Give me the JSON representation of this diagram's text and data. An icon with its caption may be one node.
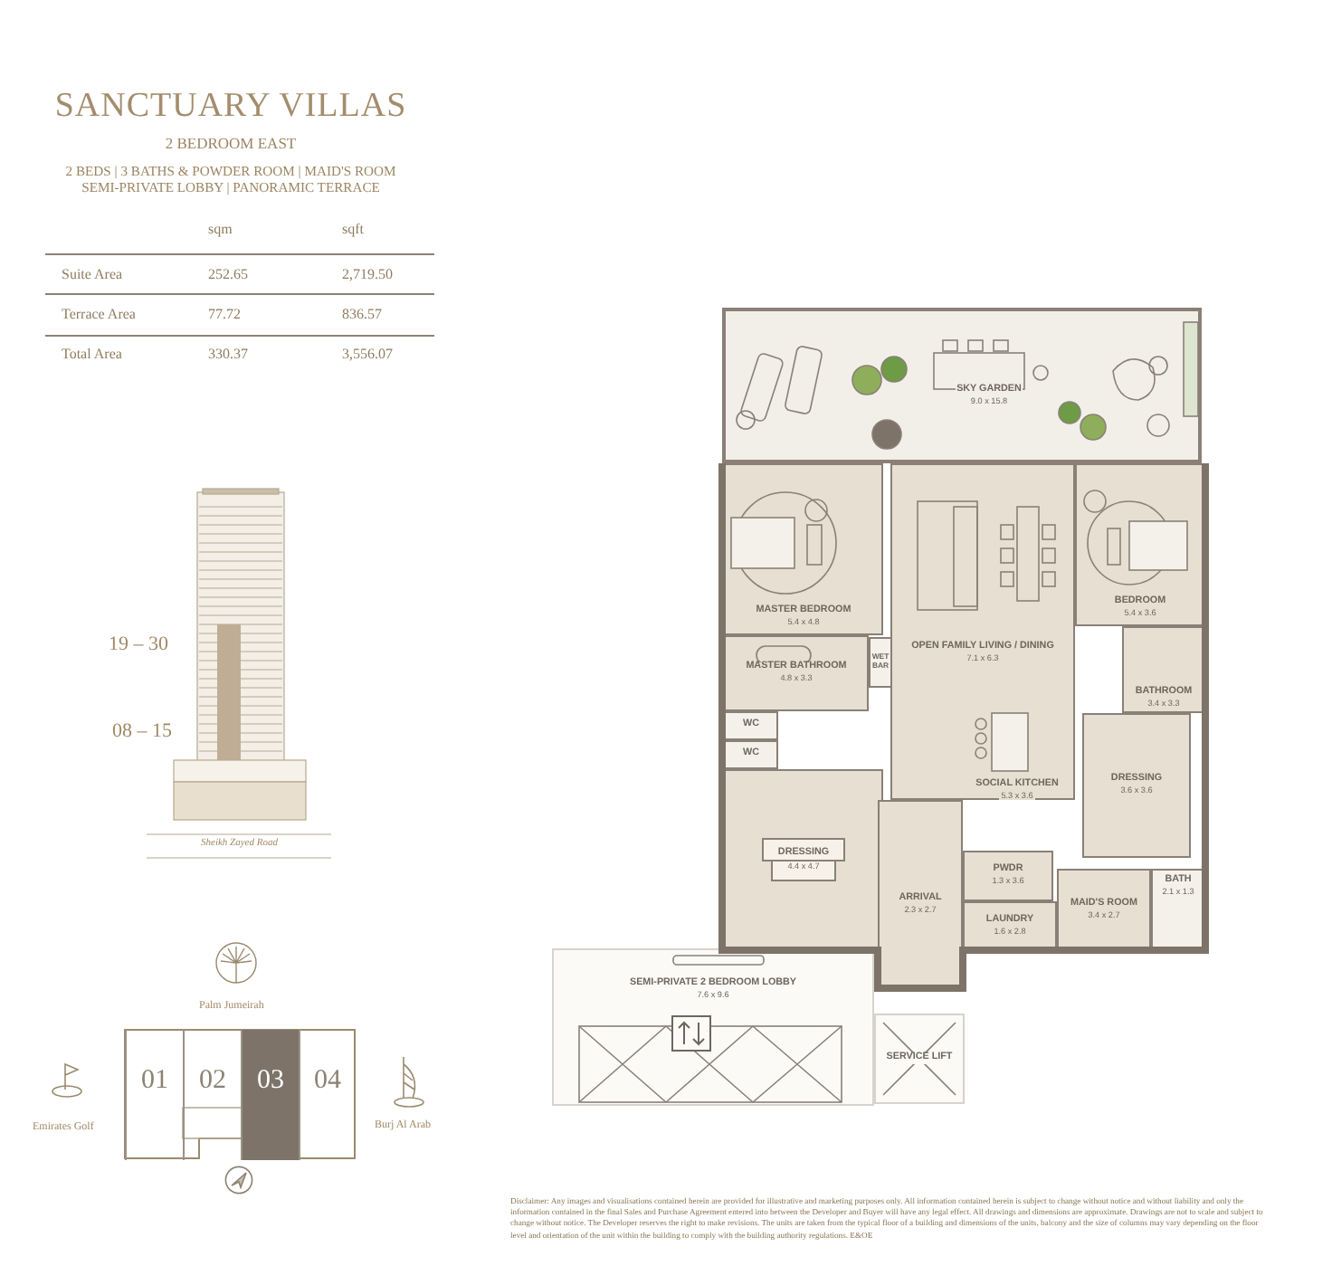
{
  "diagram": {
    "title": "SANCTUARY VILLAS",
    "nodes": [
      {
        "text": [
          "SKY GARDEN",
          "9.0 x 15.8"
        ]
      },
      {
        "text": [
          "MASTER BEDROOM",
          "5.4 x 4.8"
        ]
      },
      {
        "text": [
          "WET BAR"
        ]
      },
      {
        "text": [
          "OPEN FAMILY LIVING / DINING",
          "7.1 x 6.3"
        ]
      },
      {
        "text": [
          "BEDROOM",
          "5.4 x 3.6"
        ]
      },
      {
        "text": [
          "MASTER BATHROOM",
          "4.8 x 3.3"
        ]
      },
      {
        "text": [
          "WC"
        ]
      },
      {
        "text": [
          "WC"
        ]
      },
      {
        "text": [
          "BATHROOM",
          "3.4 x 3.3"
        ]
      },
      {
        "text": [
          "SOCIAL KITCHEN",
          "5.3 x 3.6"
        ],
        "in": 3
      },
      {
        "text": [
          "DRESSING",
          "3.6 x 3.6"
        ]
      },
      {
        "text": [
          "DRESSING",
          "4.4 x 4.7"
        ]
      },
      {
        "text": [
          "PWDR",
          "1.3 x 3.6"
        ]
      },
      {
        "text": [
          "BATH",
          "2.1 x 1.3"
        ]
      },
      {
        "text": [
          "MAID'S ROOM",
          "3.4 x 2.7"
        ]
      },
      {
        "text": [
          "LAUNDRY",
          "1.6 x 2.8"
        ]
      },
      {
        "text": [
          "ARRIVAL",
          "2.3 x 2.7"
        ]
      },
      {
        "text": [
          "SEMI-PRIVATE 2 BEDROOM LOBBY",
          "7.6 x 9.6"
        ]
      },
      {
        "text": [
          "SERVICE LIFT"
        ]
      },
      {
        "text": [
          "01"
        ]
      },
      {
        "text": [
          "02"
        ]
      },
      {
        "text": [
          "03"
        ]
      },
      {
        "text": [
          "04"
        ]
      }
    ],
    "labels": [
      "2 BEDROOM EAST",
      "2 BEDS | 3 BATHS & POWDER ROOM | MAID'S ROOM SEMI-PRIVATE LOBBY | PANORAMIC TERRACE",
      "sqm",
      "sqft",
      "Suite Area",
      "252.65",
      "2,719.50",
      "Terrace Area",
      "77.72",
      "836.57",
      "Total Area",
      "330.37",
      "3,556.07",
      "19 – 30",
      "08 – 15",
      "Sheikh Zayed Road",
      "Palm Jumeirah",
      "Emirates Golf",
      "Burj Al Arab",
      "Disclaimer: Any images and visualisations contained herein are provided for illustrative and marketing purposes only. All information contained herein is subject to change without notice and without liability and only the information contained in the final Sales and Purchase Agreement entered into between the Developer and Buyer will have any legal effect. All drawings and dimensions are approximate. Drawings are not to scale and subject to change without notice. The Developer reserves the right to make revisions. The units are taken from the typical floor of a building and dimensions of the units, balcony and the size of columns may vary depending on the floor level and orientation of the unit within the building to comply with the building authority regulations. E&OE"
    ]
  }
}
